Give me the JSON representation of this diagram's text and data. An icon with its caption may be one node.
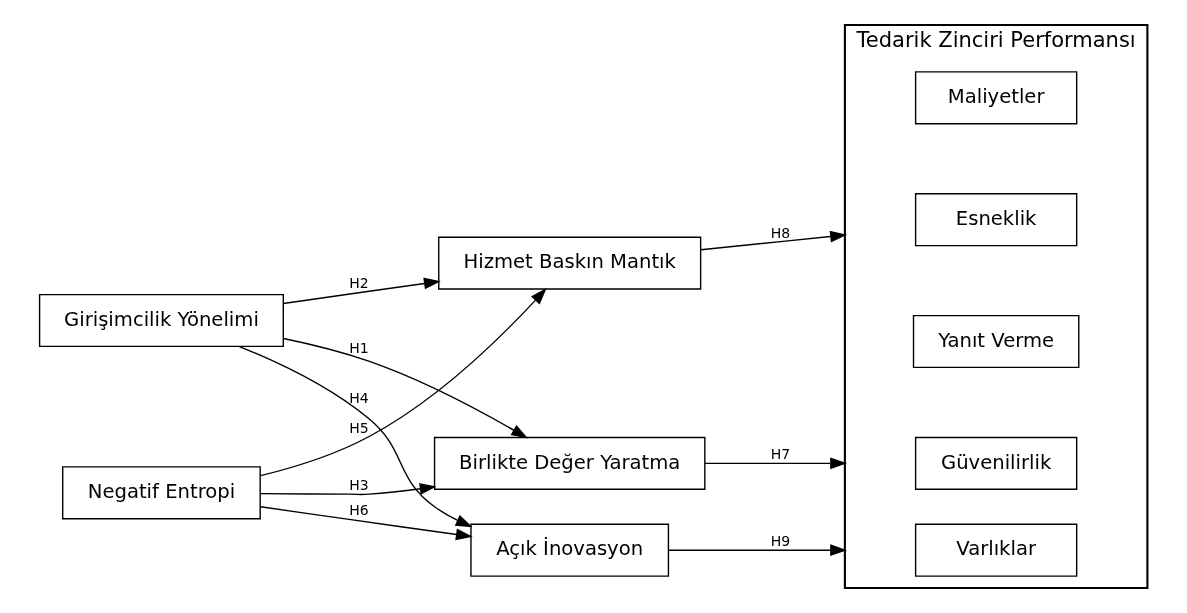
{
  "diagram": {
    "nodes": [
      {
        "text": [
          "Girişimcilik Yönelimi"
        ]
      },
      {
        "text": [
          "Negatif Entropi"
        ]
      },
      {
        "text": [
          "Birlikte Değer Yaratma"
        ]
      },
      {
        "text": [
          "Hizmet Baskın Mantık"
        ]
      },
      {
        "text": [
          "Açık İnovasyon"
        ]
      },
      {
        "text": [
          "Tedarik Zinciri Performansı"
        ]
      },
      {
        "text": [
          "Güvenilirlik"
        ],
        "in": 5
      },
      {
        "text": [
          "Yanıt Verme"
        ],
        "in": 5
      },
      {
        "text": [
          "Esneklik"
        ],
        "in": 5
      },
      {
        "text": [
          "Maliyetler"
        ],
        "in": 5
      },
      {
        "text": [
          "Varlıklar"
        ],
        "in": 5
      }
    ],
    "edges": [
      {
        "from": 0,
        "to": 2,
        "arrow": "to",
        "label": "H1"
      },
      {
        "from": 0,
        "to": 3,
        "arrow": "to",
        "label": "H2"
      },
      {
        "from": 1,
        "to": 2,
        "arrow": "to",
        "label": "H3"
      },
      {
        "from": 0,
        "to": 4,
        "arrow": "to",
        "label": "H4"
      },
      {
        "from": 1,
        "to": 3,
        "arrow": "to",
        "label": "H5"
      },
      {
        "from": 1,
        "to": 4,
        "arrow": "to",
        "label": "H6"
      },
      {
        "from": 2,
        "to": 5,
        "arrow": "to",
        "label": "H7"
      },
      {
        "from": 3,
        "to": 5,
        "arrow": "to",
        "label": "H8"
      },
      {
        "from": 4,
        "to": 5,
        "arrow": "to",
        "label": "H9"
      }
    ]
  }
}
